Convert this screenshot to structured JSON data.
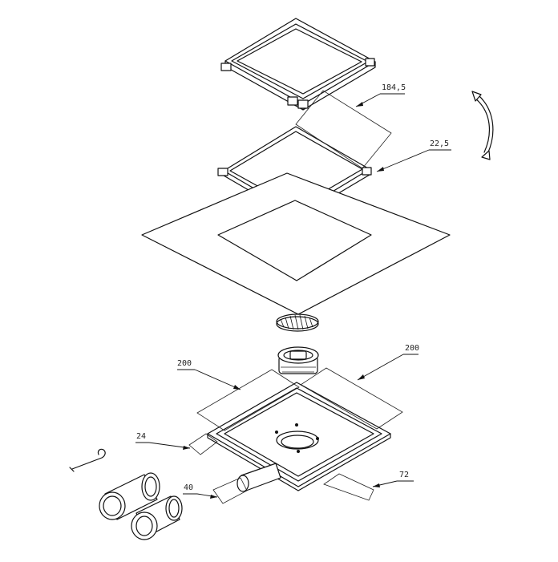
{
  "diagram": {
    "callouts": {
      "frame_height": "184,5",
      "insert_height": "22,5",
      "body_width_left": "200",
      "body_width_right": "200",
      "flange": "24",
      "outlet_diameter": "40",
      "body_size": "72"
    },
    "icons": [
      "rotate-arrow-icon"
    ],
    "parts": [
      "top-frame",
      "tile-insert",
      "sealing-membrane",
      "odor-trap-grate",
      "siphon-insert",
      "drain-body",
      "outlet-pipe",
      "pipe-couplings",
      "removal-hook"
    ]
  }
}
